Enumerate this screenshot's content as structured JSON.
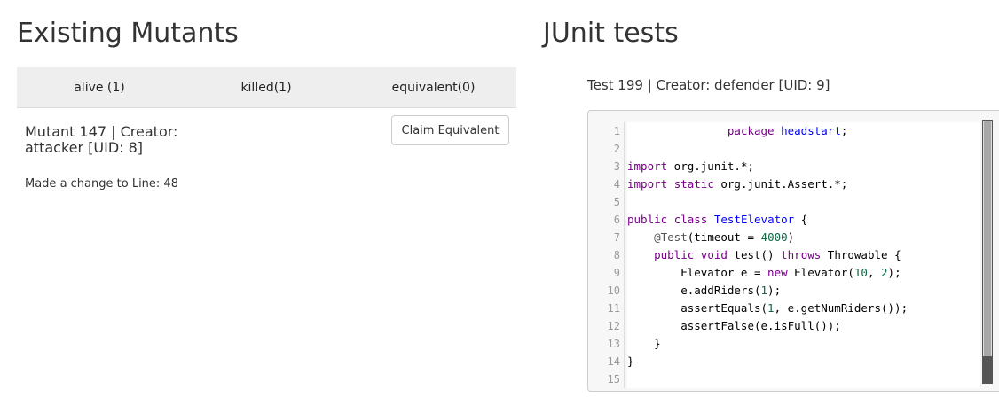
{
  "mutants": {
    "heading": "Existing Mutants",
    "tabs": [
      {
        "label": "alive (1)"
      },
      {
        "label": "killed(1)"
      },
      {
        "label": "equivalent(0)"
      }
    ],
    "row": {
      "title": "Mutant 147 | Creator: attacker [UID: 8]",
      "claim_label": "Claim Equivalent",
      "change": "Made a change to Line: 48"
    }
  },
  "tests": {
    "heading": "JUnit tests",
    "test_title": "Test 199 | Creator: defender [UID: 9]",
    "line_numbers": [
      "1",
      "2",
      "3",
      "4",
      "5",
      "6",
      "7",
      "8",
      "9",
      "10",
      "11",
      "12",
      "13",
      "14",
      "15"
    ]
  },
  "colors": {
    "keyword": "#770088",
    "definition": "#0000ff",
    "number": "#116644"
  }
}
